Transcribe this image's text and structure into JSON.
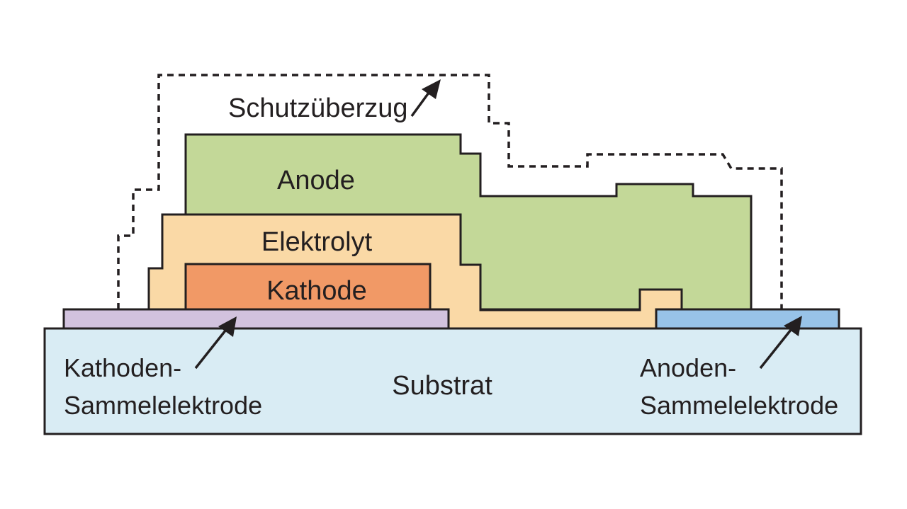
{
  "labels": {
    "coating": "Schutzüberzug",
    "anode": "Anode",
    "electrolyte": "Elektrolyt",
    "cathode": "Kathode",
    "substrate": "Substrat",
    "cathode_collector_line1": "Kathoden-",
    "cathode_collector_line2": "Sammelelektrode",
    "anode_collector_line1": "Anoden-",
    "anode_collector_line2": "Sammelelektrode"
  },
  "colors": {
    "substrate": "#d9ecf4",
    "cathode_collector": "#d2c2de",
    "anode_collector": "#98c3e8",
    "electrolyte": "#fad9a6",
    "cathode": "#f19966",
    "anode": "#c3d898",
    "outline": "#231f20"
  }
}
